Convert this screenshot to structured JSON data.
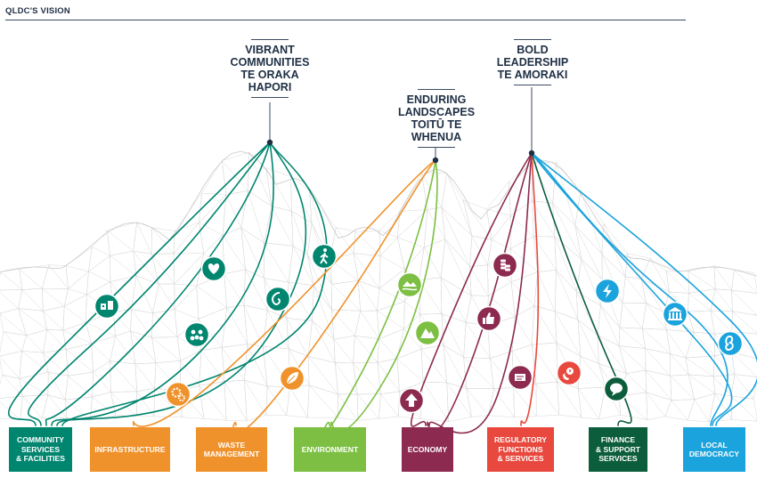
{
  "header": {
    "title": "QLDC'S VISION"
  },
  "visions": [
    {
      "id": "vibrant",
      "lines": [
        "VIBRANT",
        "COMMUNITIES",
        "TE ORAKA",
        "HAPORI"
      ]
    },
    {
      "id": "enduring",
      "lines": [
        "ENDURING",
        "LANDSCAPES",
        "TOITŪ TE",
        "WHENUA"
      ]
    },
    {
      "id": "bold",
      "lines": [
        "BOLD",
        "LEADERSHIP",
        "TE AMORAKI"
      ]
    }
  ],
  "categories": [
    {
      "id": "community",
      "lines": [
        "COMMUNITY",
        "SERVICES",
        "& FACILITIES"
      ],
      "color": "#00856f"
    },
    {
      "id": "infrastructure",
      "lines": [
        "INFRASTRUCTURE"
      ],
      "color": "#f0922b"
    },
    {
      "id": "waste",
      "lines": [
        "WASTE",
        "MANAGEMENT"
      ],
      "color": "#f0922b"
    },
    {
      "id": "environment",
      "lines": [
        "ENVIRONMENT"
      ],
      "color": "#7cbf42"
    },
    {
      "id": "economy",
      "lines": [
        "ECONOMY"
      ],
      "color": "#8c2a4f"
    },
    {
      "id": "regulatory",
      "lines": [
        "REGULATORY",
        "FUNCTIONS",
        "& SERVICES"
      ],
      "color": "#e8483d"
    },
    {
      "id": "finance",
      "lines": [
        "FINANCE",
        "& SUPPORT",
        "SERVICES"
      ],
      "color": "#0c5d3b"
    },
    {
      "id": "democracy",
      "lines": [
        "LOCAL",
        "DEMOCRACY"
      ],
      "color": "#1aa3dc"
    }
  ],
  "icons": [
    {
      "name": "buildings-icon",
      "color": "#00856f"
    },
    {
      "name": "heart-icon",
      "color": "#00856f"
    },
    {
      "name": "community-group-icon",
      "color": "#00856f"
    },
    {
      "name": "spiral-icon",
      "color": "#00856f"
    },
    {
      "name": "walking-person-icon",
      "color": "#00856f"
    },
    {
      "name": "gears-icon",
      "color": "#f0922b"
    },
    {
      "name": "leaf-icon",
      "color": "#f0922b"
    },
    {
      "name": "landscape-river-icon",
      "color": "#7cbf42"
    },
    {
      "name": "mountain-icon",
      "color": "#7cbf42"
    },
    {
      "name": "coins-icon",
      "color": "#8c2a4f"
    },
    {
      "name": "thumbs-up-icon",
      "color": "#8c2a4f"
    },
    {
      "name": "up-arrow-icon",
      "color": "#8c2a4f"
    },
    {
      "name": "document-icon",
      "color": "#8c2a4f"
    },
    {
      "name": "phone-alert-icon",
      "color": "#e8483d"
    },
    {
      "name": "speech-bubble-icon",
      "color": "#0c5d3b"
    },
    {
      "name": "lightning-icon",
      "color": "#1aa3dc"
    },
    {
      "name": "government-building-icon",
      "color": "#1aa3dc"
    },
    {
      "name": "hand-icon",
      "color": "#1aa3dc"
    }
  ]
}
